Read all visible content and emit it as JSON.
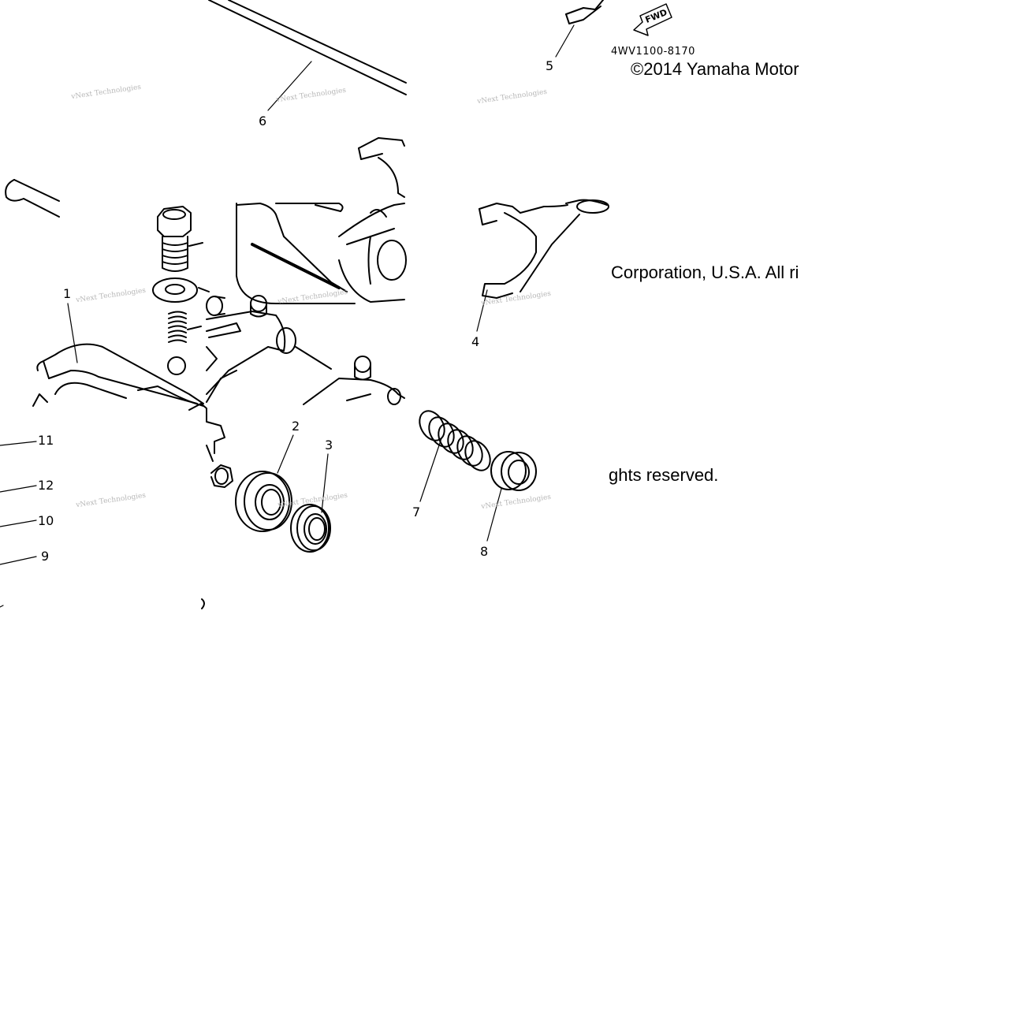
{
  "diagram": {
    "part_code": "4WV1100-8170",
    "fwd_label": "FWD",
    "copyright": {
      "line1": "©2014 Yamaha Motor",
      "line2": "Corporation, U.S.A. All ri",
      "line3": "ghts reserved."
    },
    "watermark": "vNext Technologies",
    "callouts": [
      "1",
      "2",
      "3",
      "4",
      "5",
      "6",
      "7",
      "8",
      "9",
      "10",
      "11",
      "12"
    ]
  }
}
